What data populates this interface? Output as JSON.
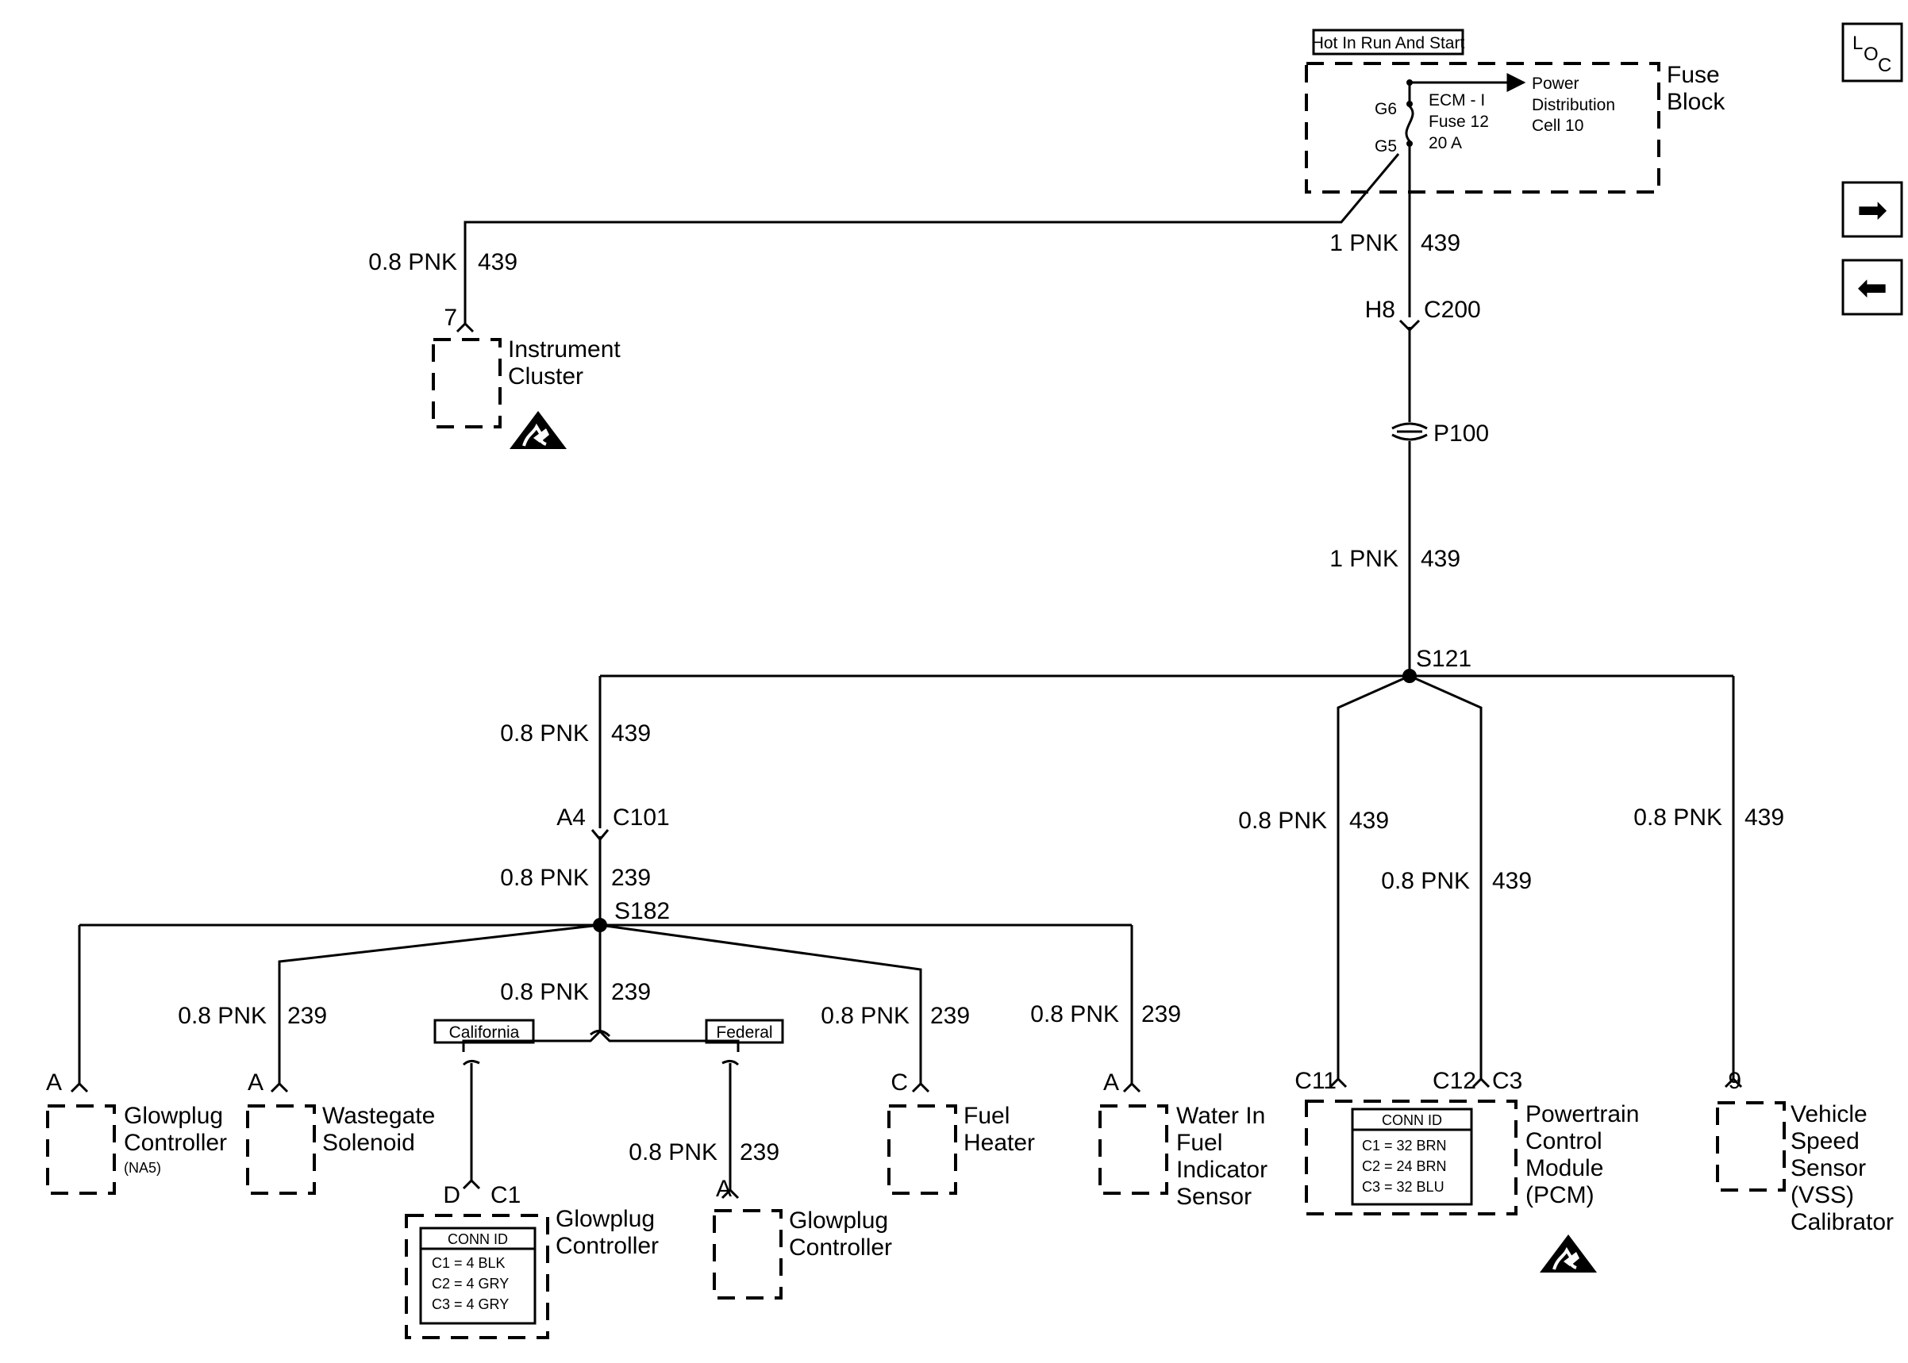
{
  "header": {
    "hot_in_run": "Hot In Run And Start",
    "fuse_block": [
      "Fuse",
      "Block"
    ],
    "power_dist": [
      "Power",
      "Distribution",
      "Cell 10"
    ],
    "fuse": [
      "ECM - I",
      "Fuse 12",
      "20 A"
    ],
    "fuse_pin_top": "G6",
    "fuse_pin_bottom": "G5"
  },
  "nav": {
    "loc_l": "L",
    "loc_o": "O",
    "loc_c": "C",
    "next_glyph": "➡",
    "prev_glyph": "⬅"
  },
  "wires": {
    "ic_feed": [
      "0.8 PNK",
      "439"
    ],
    "main_top": [
      "1 PNK",
      "439"
    ],
    "main_mid": [
      "1 PNK",
      "439"
    ],
    "left_branch": [
      "0.8 PNK",
      "439"
    ],
    "after_c101": [
      "0.8 PNK",
      "239"
    ],
    "wastegate": [
      "0.8 PNK",
      "239"
    ],
    "center_drop": [
      "0.8 PNK",
      "239"
    ],
    "fuel_heater": [
      "0.8 PNK",
      "239"
    ],
    "water_sensor": [
      "0.8 PNK",
      "239"
    ],
    "federal_drop": [
      "0.8 PNK",
      "239"
    ],
    "pcm_c11": [
      "0.8 PNK",
      "439"
    ],
    "pcm_c12": [
      "0.8 PNK",
      "439"
    ],
    "vss": [
      "0.8 PNK",
      "439"
    ]
  },
  "connectors": {
    "c200": [
      "H8",
      "C200"
    ],
    "p100": "P100",
    "c101": [
      "A4",
      "C101"
    ],
    "s121": "S121",
    "s182": "S182"
  },
  "options": {
    "california": "California",
    "federal": "Federal"
  },
  "components": {
    "instrument_cluster": {
      "pin": "7",
      "name": [
        "Instrument",
        "Cluster"
      ]
    },
    "glowplug_na5": {
      "pin": "A",
      "name": [
        "Glowplug",
        "Controller"
      ],
      "note": "(NA5)"
    },
    "wastegate": {
      "pin": "A",
      "name": [
        "Wastegate",
        "Solenoid"
      ]
    },
    "glowplug_ca": {
      "pins": [
        "D",
        "C1"
      ],
      "name": [
        "Glowplug",
        "Controller"
      ],
      "conn_title": "CONN ID",
      "conn_rows": [
        "C1 = 4 BLK",
        "C2 = 4 GRY",
        "C3 = 4 GRY"
      ]
    },
    "glowplug_fed": {
      "pin": "A",
      "name": [
        "Glowplug",
        "Controller"
      ]
    },
    "fuel_heater": {
      "pin": "C",
      "name": [
        "Fuel",
        "Heater"
      ]
    },
    "water_sensor": {
      "pin": "A",
      "name": [
        "Water In",
        "Fuel",
        "Indicator",
        "Sensor"
      ]
    },
    "pcm": {
      "pins": [
        "C11",
        "C12",
        "C3"
      ],
      "name": [
        "Powertrain",
        "Control",
        "Module",
        "(PCM)"
      ],
      "conn_title": "CONN ID",
      "conn_rows": [
        "C1 = 32 BRN",
        "C2 = 24 BRN",
        "C3 = 32 BLU"
      ]
    },
    "vss": {
      "pin": "9",
      "name": [
        "Vehicle",
        "Speed",
        "Sensor",
        "(VSS)",
        "Calibrator"
      ]
    }
  }
}
